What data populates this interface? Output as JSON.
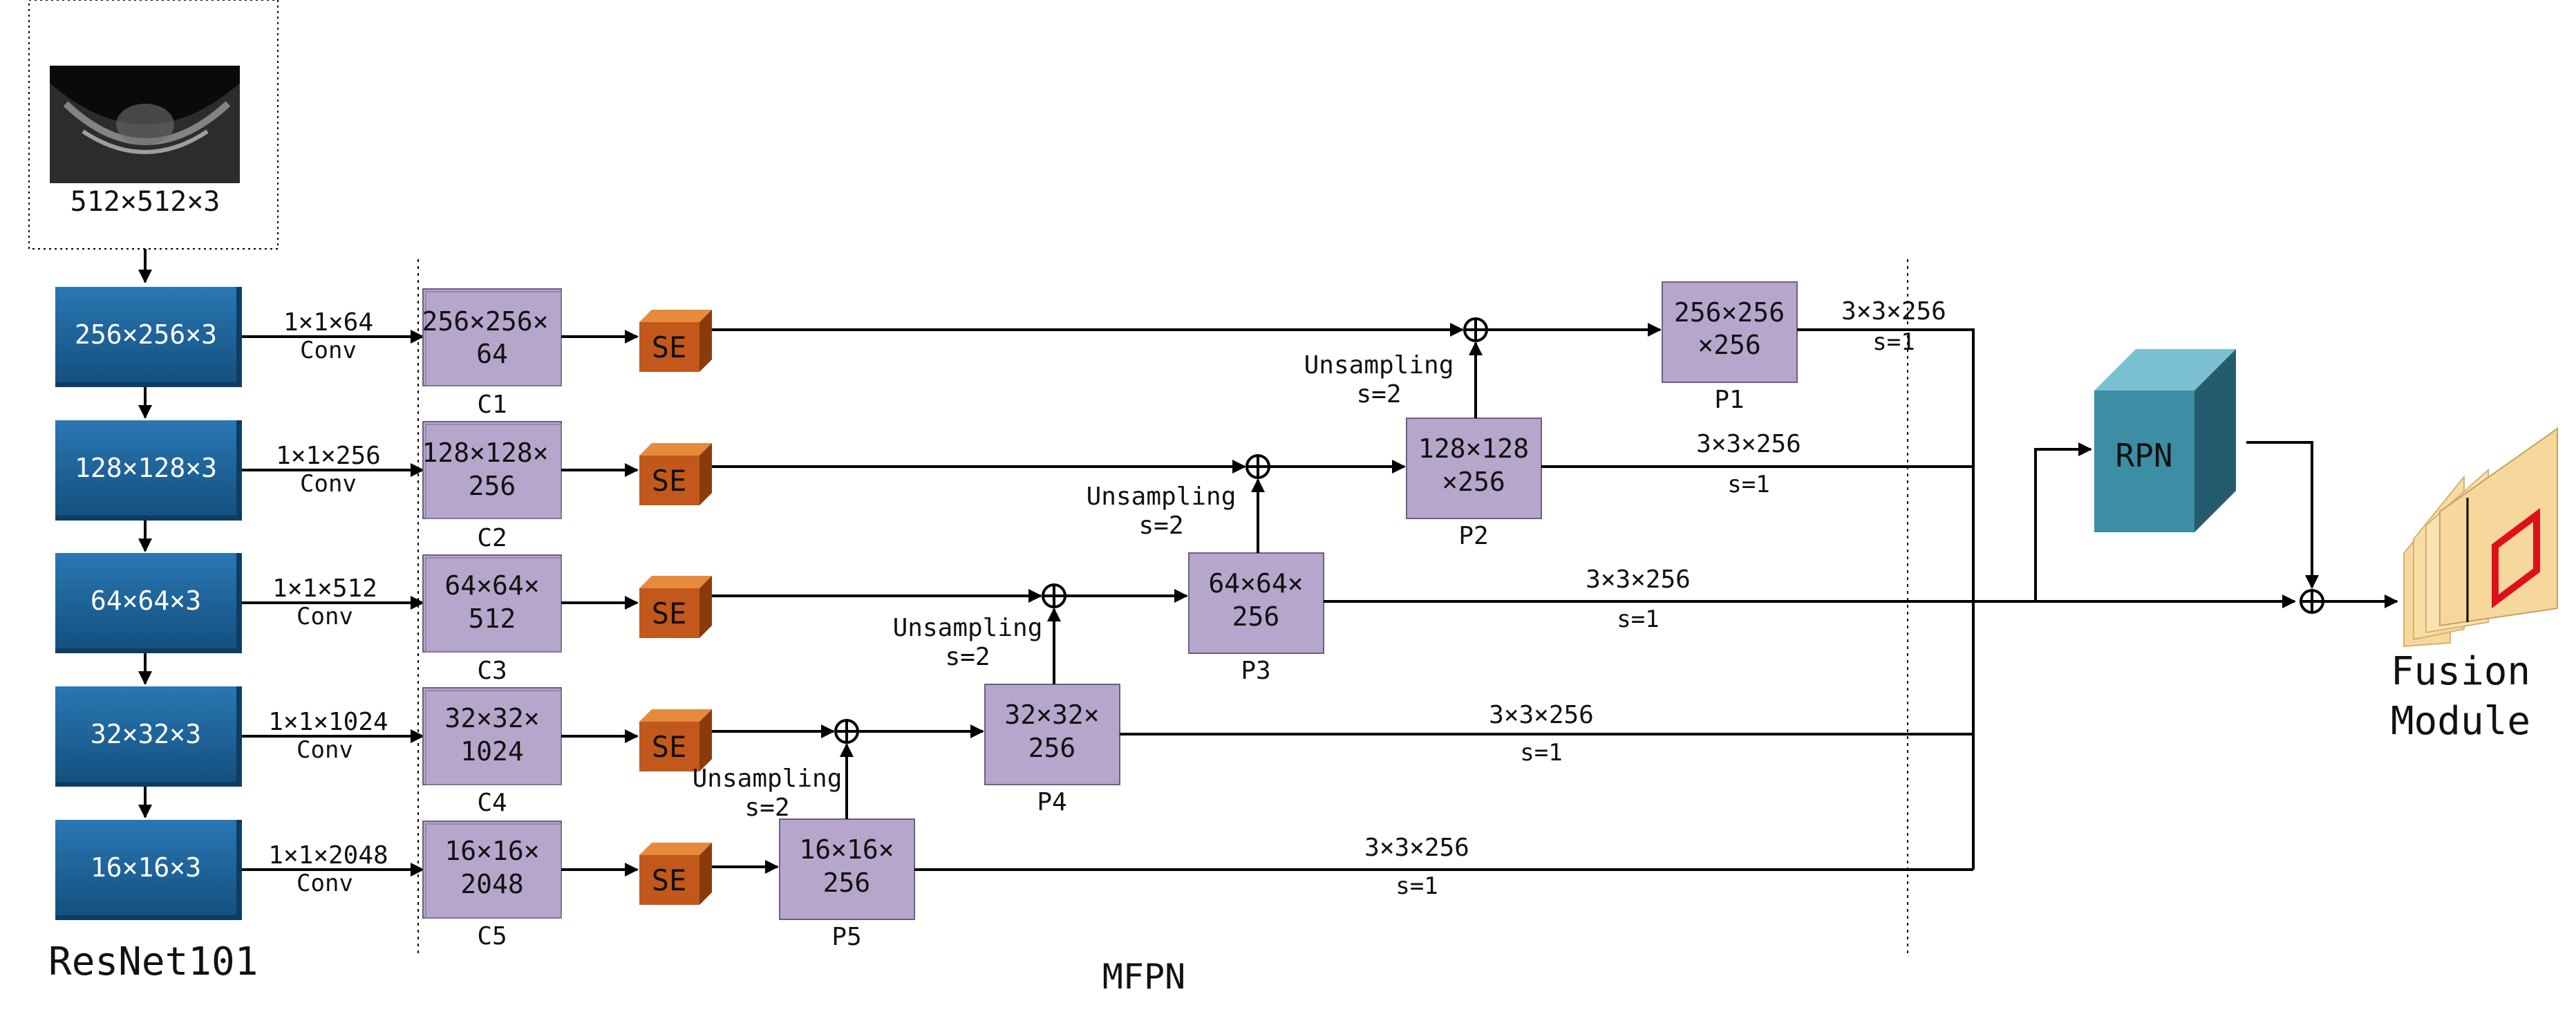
{
  "input": {
    "size_label": "512×512×3"
  },
  "backbone": {
    "label": "ResNet101",
    "blocks": [
      "256×256×3",
      "128×128×3",
      "64×64×3",
      "32×32×3",
      "16×16×3"
    ],
    "conv_params": [
      "1×1×64",
      "1×1×256",
      "1×1×512",
      "1×1×1024",
      "1×1×2048"
    ],
    "conv_label": "Conv"
  },
  "c_layers": {
    "boxes": [
      [
        "256×256×",
        "64"
      ],
      [
        "128×128×",
        "256"
      ],
      [
        "64×64×",
        "512"
      ],
      [
        "32×32×",
        "1024"
      ],
      [
        "16×16×",
        "2048"
      ]
    ],
    "names": [
      "C1",
      "C2",
      "C3",
      "C4",
      "C5"
    ]
  },
  "se_label": "SE",
  "p_layers": {
    "boxes": [
      [
        "256×256",
        "×256"
      ],
      [
        "128×128",
        "×256"
      ],
      [
        "64×64×",
        "256"
      ],
      [
        "32×32×",
        "256"
      ],
      [
        "16×16×",
        "256"
      ]
    ],
    "names": [
      "P1",
      "P2",
      "P3",
      "P4",
      "P5"
    ]
  },
  "upsampling": [
    [
      "Unsampling",
      "s=2"
    ],
    [
      "Unsampling",
      "s=2"
    ],
    [
      "Unsampling",
      "s=2"
    ],
    [
      "Unsampling",
      "s=2"
    ]
  ],
  "output_convs": [
    [
      "3×3×256",
      "s=1"
    ],
    [
      "3×3×256",
      "s=1"
    ],
    [
      "3×3×256",
      "s=1"
    ],
    [
      "3×3×256",
      "s=1"
    ],
    [
      "3×3×256",
      "s=1"
    ]
  ],
  "mfpn_label": "MFPN",
  "rpn_label": "RPN",
  "fusion_label": [
    "Fusion",
    "Module"
  ],
  "colors": {
    "backbone_block": "#2066a0",
    "feature_box": "#b6a6cc",
    "se_block": "#c2581c",
    "rpn_cube": "#3c8ea4",
    "fusion_panel": "#f6d79c",
    "fusion_rect": "#e0101a"
  }
}
